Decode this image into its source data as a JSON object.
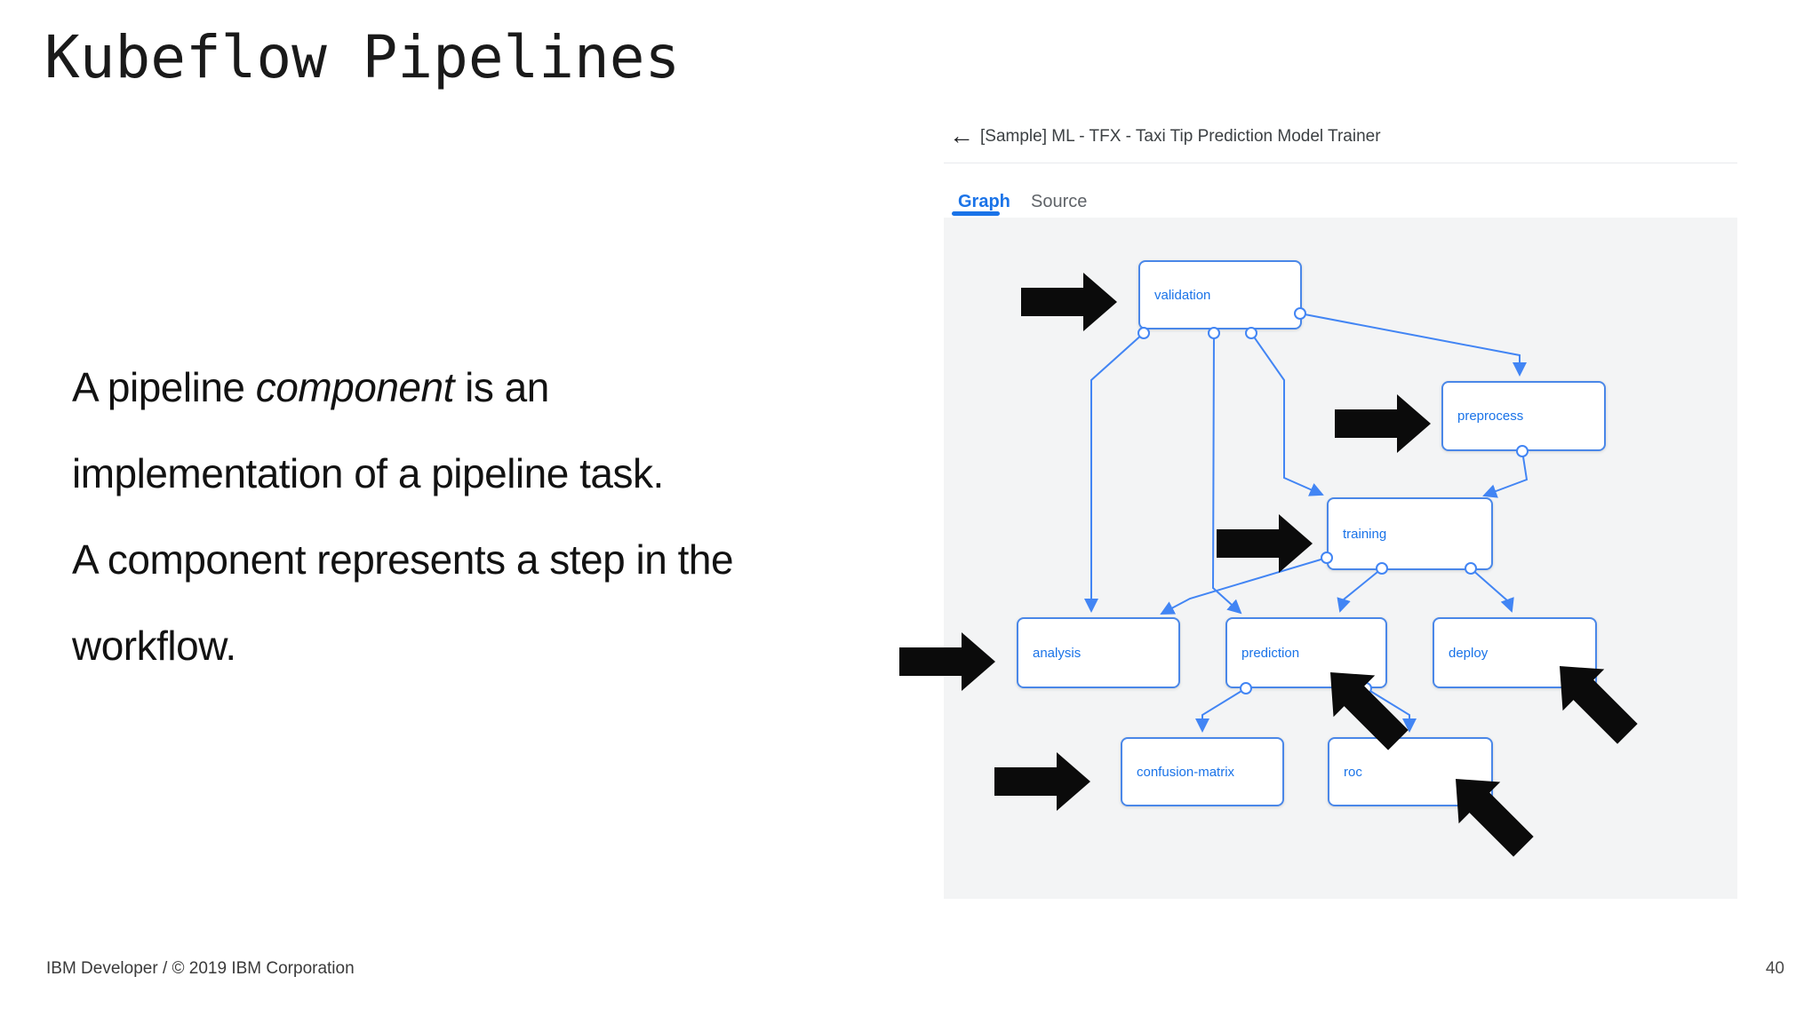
{
  "slide": {
    "title": "Kubeflow Pipelines",
    "body": {
      "line1_pre": "A pipeline ",
      "line1_italic": "component",
      "line1_post": " is an",
      "line2": "implementation of a pipeline task.",
      "line3": "A component represents a step in the",
      "line4": "workflow."
    },
    "footer": "IBM Developer / © 2019 IBM Corporation",
    "page_number": "40"
  },
  "app": {
    "back_arrow": "←",
    "header_title": "[Sample] ML - TFX - Taxi Tip Prediction Model Trainer",
    "tabs": [
      {
        "label": "Graph",
        "active": true
      },
      {
        "label": "Source",
        "active": false
      }
    ],
    "colors": {
      "edge_blue": "#4285f4",
      "node_border": "#4a87e8",
      "node_label": "#1a73e8",
      "active_tab": "#1a73e8",
      "inactive_tab": "#5f6368",
      "panel_bg": "#f3f4f5",
      "annotation_arrow": "#0b0b0b"
    },
    "graph": {
      "nodes": [
        {
          "label": "validation"
        },
        {
          "label": "preprocess"
        },
        {
          "label": "training"
        },
        {
          "label": "analysis"
        },
        {
          "label": "prediction"
        },
        {
          "label": "deploy"
        },
        {
          "label": "confusion-matrix"
        },
        {
          "label": "roc"
        }
      ],
      "edges": [
        [
          "validation",
          "analysis"
        ],
        [
          "validation",
          "prediction"
        ],
        [
          "validation",
          "training"
        ],
        [
          "validation",
          "preprocess"
        ],
        [
          "preprocess",
          "training"
        ],
        [
          "training",
          "analysis"
        ],
        [
          "training",
          "prediction"
        ],
        [
          "training",
          "deploy"
        ],
        [
          "prediction",
          "confusion-matrix"
        ],
        [
          "prediction",
          "roc"
        ]
      ]
    }
  }
}
